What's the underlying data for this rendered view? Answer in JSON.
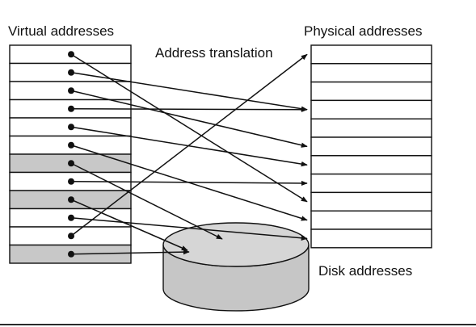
{
  "labels": {
    "virtual": "Virtual addresses",
    "physical": "Physical addresses",
    "translation": "Address translation",
    "disk": "Disk addresses"
  },
  "virtual_rows": [
    {
      "state": "mapped",
      "to_frame": 8
    },
    {
      "state": "mapped",
      "to_frame": 3
    },
    {
      "state": "mapped",
      "to_frame": 5
    },
    {
      "state": "mapped",
      "to_frame": 3
    },
    {
      "state": "mapped",
      "to_frame": 6
    },
    {
      "state": "mapped",
      "to_frame": 9
    },
    {
      "state": "on_disk"
    },
    {
      "state": "mapped",
      "to_frame": 7
    },
    {
      "state": "on_disk"
    },
    {
      "state": "mapped",
      "to_frame": 10
    },
    {
      "state": "mapped",
      "to_frame": 0
    },
    {
      "state": "on_disk"
    }
  ],
  "physical_frame_count": 11,
  "colors": {
    "line": "#111111",
    "paged_out_fill": "#c8c8c8",
    "table_fill": "#ffffff",
    "disk_fill": "#c6c6c6",
    "disk_top": "#d6d6d6"
  }
}
